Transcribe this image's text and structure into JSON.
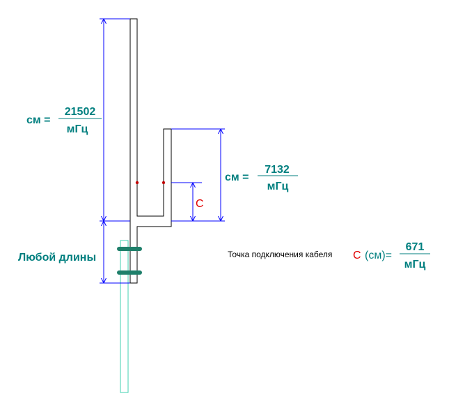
{
  "colors": {
    "dimension_line": "#0000ff",
    "element_outline": "#000000",
    "formula_text": "#007f7f",
    "highlight": "#e00000",
    "clamp": "#1e7f6a",
    "mast": "#40d0b0",
    "feed_point": "#c00000"
  },
  "formula_long": {
    "prefix": "см =",
    "numerator": "21502",
    "denominator": "мГц"
  },
  "formula_stub": {
    "prefix": "см =",
    "numerator": "7132",
    "denominator": "мГц"
  },
  "label_c": "C",
  "label_any_length": "Любой длины",
  "cable_point": {
    "caption": "Точка подключения кабеля",
    "c_letter": "C",
    "c_unit": "(см)=",
    "numerator": "671",
    "denominator": "мГц"
  }
}
